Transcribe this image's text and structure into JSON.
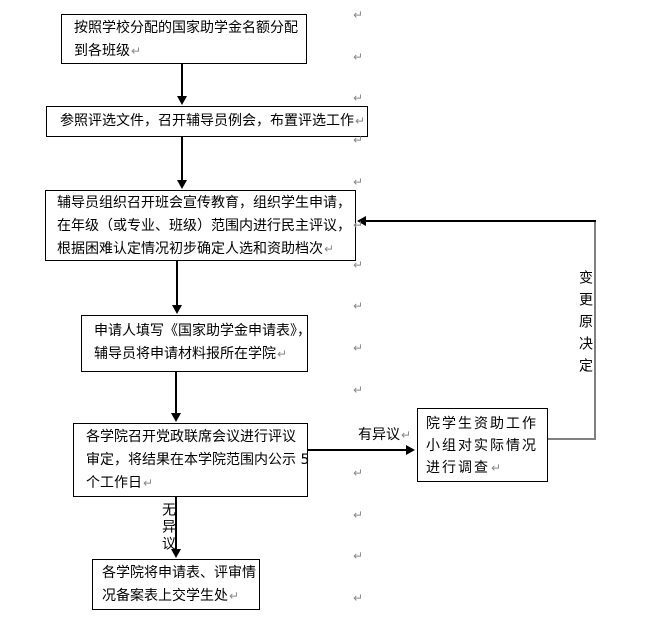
{
  "flowchart": {
    "boxes": {
      "allocate": {
        "lines": [
          "按照学校分配的国家助学金名额分配",
          "到各班级"
        ]
      },
      "meeting": {
        "lines": [
          "参照评选文件，召开辅导员例会，布置评选工作"
        ]
      },
      "class_meeting": {
        "lines": [
          "辅导员组织召开班会宣传教育，组织学生申请，",
          "在年级（或专业、班级）范围内进行民主评议，",
          "根据困难认定情况初步确定人选和资助档次"
        ]
      },
      "application": {
        "lines": [
          "申请人填写《国家助学金申请表》，",
          "辅导员将申请材料报所在学院"
        ]
      },
      "review": {
        "lines": [
          "各学院召开党政联席会议进行评议",
          "审定，将结果在本学院范围内公示 5",
          "个工作日"
        ]
      },
      "investigate": {
        "lines": [
          "院学生资助工作",
          "小组对实际情况",
          "进行调查"
        ]
      },
      "submit": {
        "lines": [
          "各学院将申请表、评审情",
          "况备案表上交学生处"
        ]
      }
    },
    "labels": {
      "objection": "有异议",
      "no_objection": "无异议",
      "change_decision": "变更原决定"
    },
    "paragraph_mark": "↵",
    "colors": {
      "page_bg": "#ffffff",
      "text": "#000000",
      "box_border": "#000000",
      "arrow": "#000000",
      "loop_line": "#808080",
      "mark": "#8a8a8a"
    }
  }
}
